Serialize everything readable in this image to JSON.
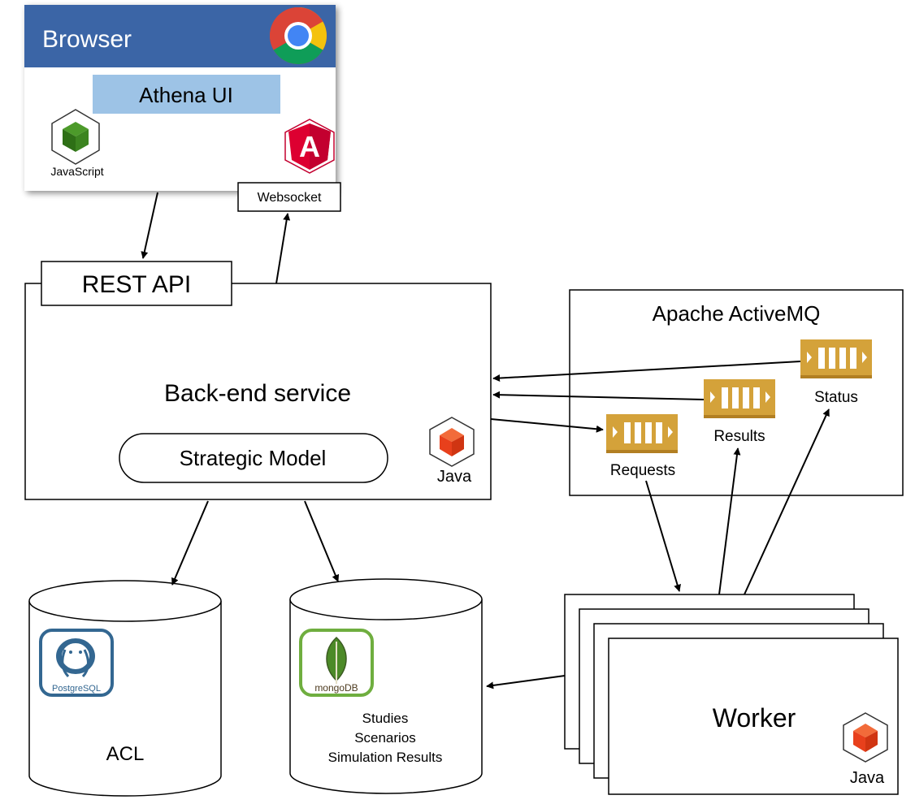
{
  "browser": {
    "title": "Browser",
    "app_label": "Athena UI",
    "javascript_label": "JavaScript",
    "header_color": "#3B65A6",
    "app_color": "#9DC3E6"
  },
  "websocket_label": "Websocket",
  "backend": {
    "api_label": "REST API",
    "title": "Back-end service",
    "model_label": "Strategic Model",
    "java_label": "Java"
  },
  "activemq": {
    "title": "Apache ActiveMQ",
    "queues": {
      "status": "Status",
      "results": "Results",
      "requests": "Requests"
    },
    "queue_color": "#D4A23A"
  },
  "databases": {
    "postgres": {
      "label": "ACL",
      "logo_text": "PostgreSQL"
    },
    "mongo": {
      "logo_text": "mongoDB",
      "lines": [
        "Studies",
        "Scenarios",
        "Simulation Results"
      ]
    }
  },
  "worker": {
    "label": "Worker",
    "java_label": "Java"
  },
  "icons": {
    "chrome": "chrome-logo-icon",
    "angular": "angular-logo-icon",
    "javascript": "javascript-cube-icon",
    "java": "java-cube-icon",
    "postgres": "postgresql-elephant-icon",
    "mongo": "mongodb-leaf-icon",
    "queue": "message-queue-icon"
  }
}
